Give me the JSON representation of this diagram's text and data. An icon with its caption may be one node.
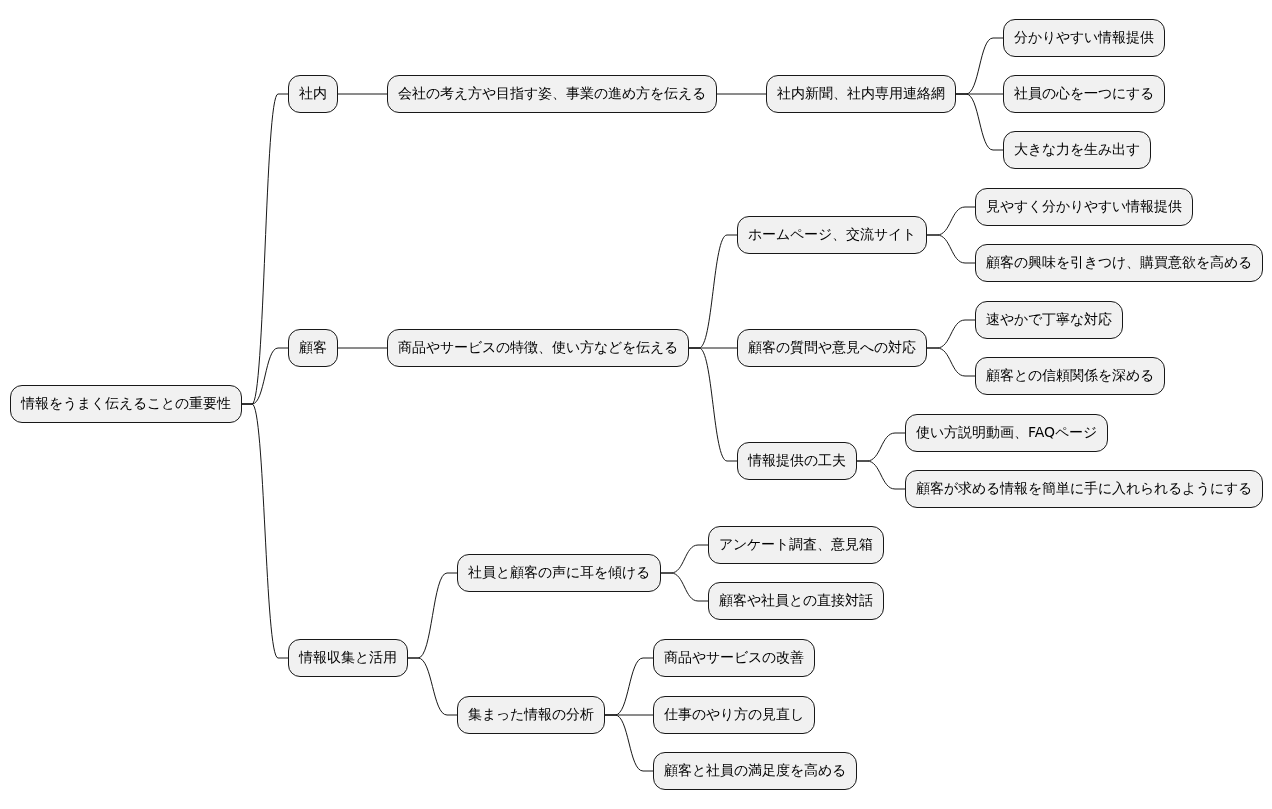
{
  "diagram": {
    "nodes": [
      {
        "text": [
          "情報をうまく伝えることの重要性"
        ]
      },
      {
        "text": [
          "社内"
        ]
      },
      {
        "text": [
          "会社の考え方や目指す姿、事業の進め方を伝える"
        ]
      },
      {
        "text": [
          "社内新聞、社内専用連絡網"
        ]
      },
      {
        "text": [
          "分かりやすい情報提供"
        ]
      },
      {
        "text": [
          "社員の心を一つにする"
        ]
      },
      {
        "text": [
          "大きな力を生み出す"
        ]
      },
      {
        "text": [
          "顧客"
        ]
      },
      {
        "text": [
          "商品やサービスの特徴、使い方などを伝える"
        ]
      },
      {
        "text": [
          "ホームページ、交流サイト"
        ]
      },
      {
        "text": [
          "見やすく分かりやすい情報提供"
        ]
      },
      {
        "text": [
          "顧客の興味を引きつけ、購買意欲を高める"
        ]
      },
      {
        "text": [
          "顧客の質問や意見への対応"
        ]
      },
      {
        "text": [
          "速やかで丁寧な対応"
        ]
      },
      {
        "text": [
          "顧客との信頼関係を深める"
        ]
      },
      {
        "text": [
          "情報提供の工夫"
        ]
      },
      {
        "text": [
          "使い方説明動画、FAQページ"
        ]
      },
      {
        "text": [
          "顧客が求める情報を簡単に手に入れられるようにする"
        ]
      },
      {
        "text": [
          "情報収集と活用"
        ]
      },
      {
        "text": [
          "社員と顧客の声に耳を傾ける"
        ]
      },
      {
        "text": [
          "アンケート調査、意見箱"
        ]
      },
      {
        "text": [
          "顧客や社員との直接対話"
        ]
      },
      {
        "text": [
          "集まった情報の分析"
        ]
      },
      {
        "text": [
          "商品やサービスの改善"
        ]
      },
      {
        "text": [
          "仕事のやり方の見直し"
        ]
      },
      {
        "text": [
          "顧客と社員の満足度を高める"
        ]
      }
    ],
    "edges": [
      {
        "from": 0,
        "to": 1,
        "arrow": "none"
      },
      {
        "from": 1,
        "to": 2,
        "arrow": "none"
      },
      {
        "from": 2,
        "to": 3,
        "arrow": "none"
      },
      {
        "from": 3,
        "to": 4,
        "arrow": "none"
      },
      {
        "from": 3,
        "to": 5,
        "arrow": "none"
      },
      {
        "from": 3,
        "to": 6,
        "arrow": "none"
      },
      {
        "from": 0,
        "to": 7,
        "arrow": "none"
      },
      {
        "from": 7,
        "to": 8,
        "arrow": "none"
      },
      {
        "from": 8,
        "to": 9,
        "arrow": "none"
      },
      {
        "from": 9,
        "to": 10,
        "arrow": "none"
      },
      {
        "from": 9,
        "to": 11,
        "arrow": "none"
      },
      {
        "from": 8,
        "to": 12,
        "arrow": "none"
      },
      {
        "from": 12,
        "to": 13,
        "arrow": "none"
      },
      {
        "from": 12,
        "to": 14,
        "arrow": "none"
      },
      {
        "from": 8,
        "to": 15,
        "arrow": "none"
      },
      {
        "from": 15,
        "to": 16,
        "arrow": "none"
      },
      {
        "from": 15,
        "to": 17,
        "arrow": "none"
      },
      {
        "from": 0,
        "to": 18,
        "arrow": "none"
      },
      {
        "from": 18,
        "to": 19,
        "arrow": "none"
      },
      {
        "from": 19,
        "to": 20,
        "arrow": "none"
      },
      {
        "from": 19,
        "to": 21,
        "arrow": "none"
      },
      {
        "from": 18,
        "to": 22,
        "arrow": "none"
      },
      {
        "from": 22,
        "to": 23,
        "arrow": "none"
      },
      {
        "from": 22,
        "to": 24,
        "arrow": "none"
      },
      {
        "from": 22,
        "to": 25,
        "arrow": "none"
      }
    ]
  }
}
